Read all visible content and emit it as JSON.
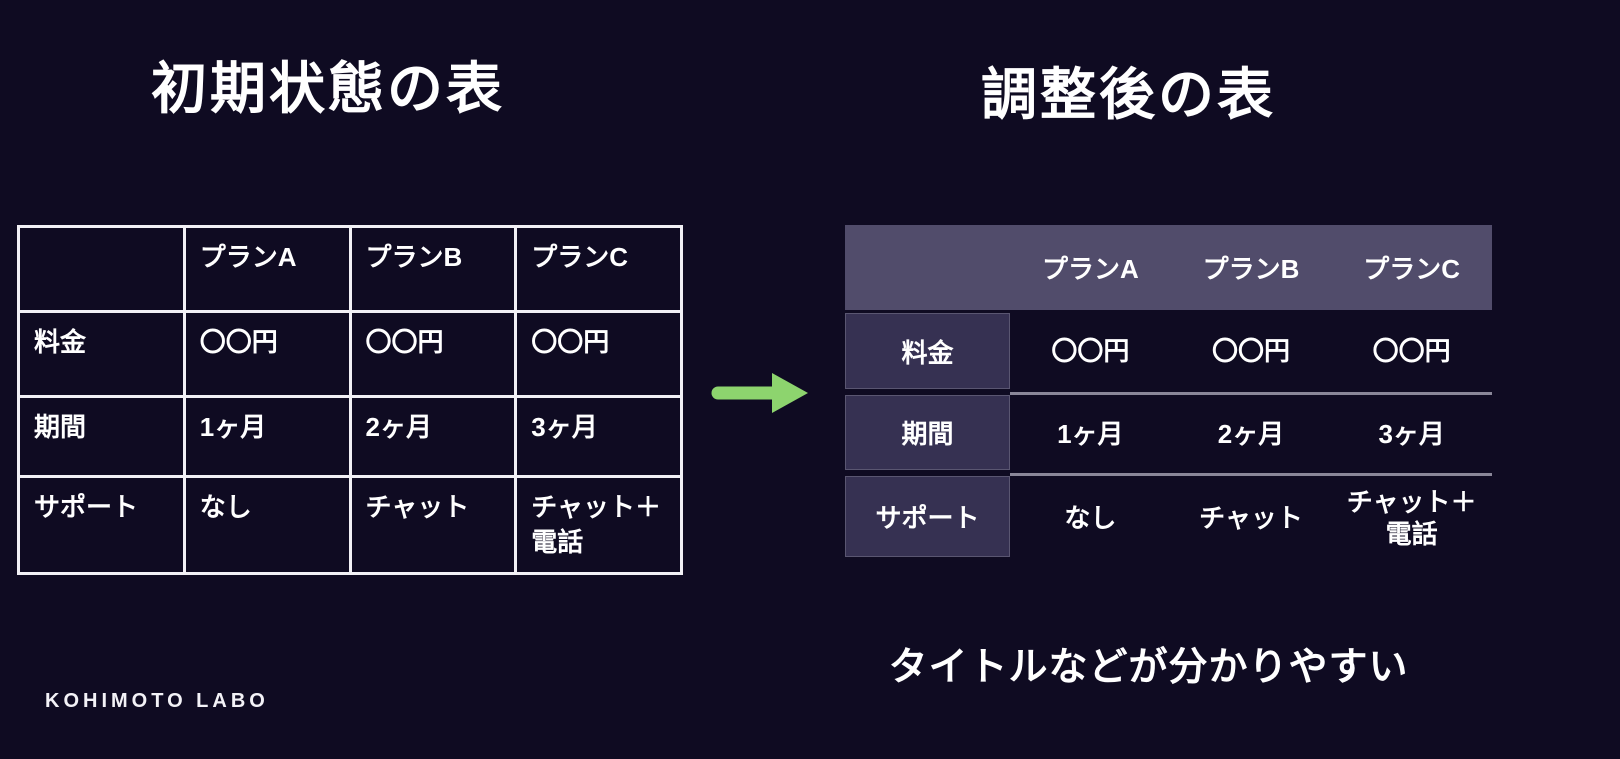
{
  "page": {
    "brand": "KOHIMOTO LABO"
  },
  "colors": {
    "bg": "#0f0b22",
    "text": "#ffffff",
    "table_border": "#f2f1f6",
    "header_bg": "#514c6b",
    "rowhead_bg": "#363152",
    "separator": "#8a8799",
    "arrow": "#8dd46e"
  },
  "left_panel": {
    "title": "初期状態の表",
    "table": {
      "columns": [
        "",
        "プランA",
        "プランB",
        "プランC"
      ],
      "rows": [
        {
          "header": "料金",
          "cells": [
            "〇〇円",
            "〇〇円",
            "〇〇円"
          ]
        },
        {
          "header": "期間",
          "cells": [
            "1ヶ月",
            "2ヶ月",
            "3ヶ月"
          ]
        },
        {
          "header": "サポート",
          "cells": [
            "なし",
            "チャット",
            "チャット＋電話"
          ]
        }
      ]
    }
  },
  "arrow": {
    "meaning": "before-to-after"
  },
  "right_panel": {
    "title": "調整後の表",
    "caption": "タイトルなどが分かりやすい",
    "table": {
      "columns": [
        "",
        "プランA",
        "プランB",
        "プランC"
      ],
      "rows": [
        {
          "header": "料金",
          "cells": [
            "〇〇円",
            "〇〇円",
            "〇〇円"
          ]
        },
        {
          "header": "期間",
          "cells": [
            "1ヶ月",
            "2ヶ月",
            "3ヶ月"
          ]
        },
        {
          "header": "サポート",
          "cells": [
            "なし",
            "チャット",
            "チャット＋電話"
          ]
        }
      ]
    }
  }
}
